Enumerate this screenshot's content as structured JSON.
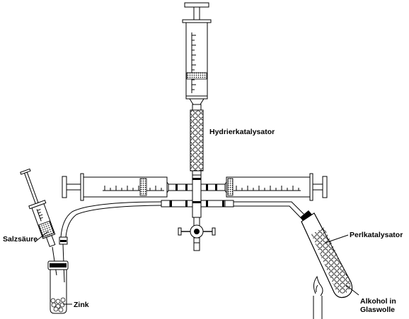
{
  "labels": {
    "hydrier": "Hydrierkatalysator",
    "salzsaeure": "Salzsäure",
    "perlkat": "Perlkatalysator",
    "zink": "Zink",
    "alkohol_line1": "Alkohol in",
    "alkohol_line2": "Glaswolle"
  }
}
